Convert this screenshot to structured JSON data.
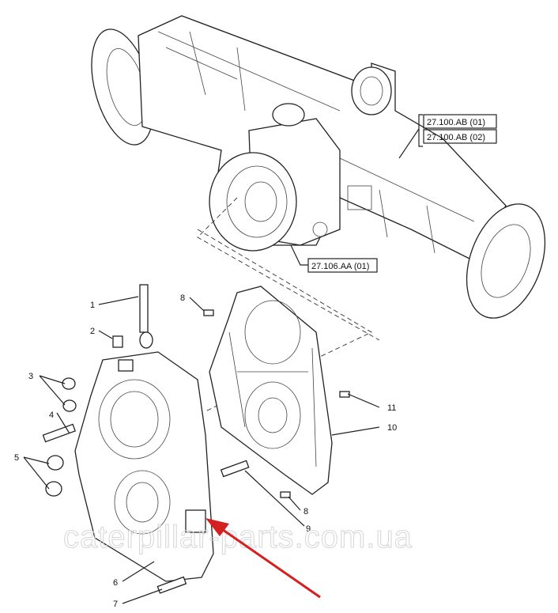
{
  "diagram": {
    "references": [
      "27.100.AB (01)",
      "27.100.AB (02)",
      "27.106.AA (01)"
    ],
    "callouts": [
      "1",
      "2",
      "3",
      "4",
      "5",
      "6",
      "7",
      "8",
      "8",
      "9",
      "10",
      "11"
    ],
    "watermark": "caterpillar-parts.com.ua",
    "arrow_color": "#d42020"
  }
}
